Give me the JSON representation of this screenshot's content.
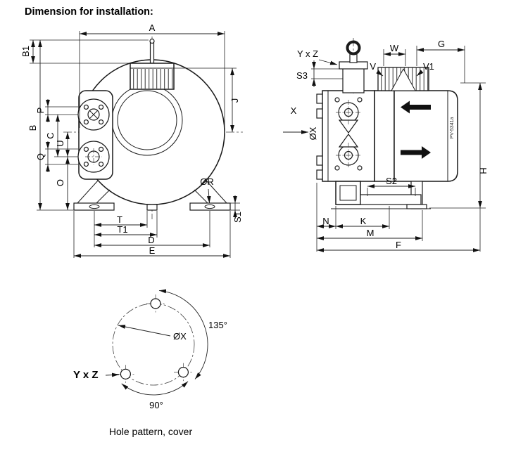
{
  "title": "Dimension for installation:",
  "front": {
    "a": "A",
    "b1": "B1",
    "b": "B",
    "p": "P",
    "c": "C",
    "q": "Q",
    "u": "U",
    "o": "O",
    "j": "J",
    "r": "ØR",
    "s1": "S1",
    "t": "T",
    "t1": "T1",
    "d": "D",
    "e": "E"
  },
  "side": {
    "yxz": "Y x Z",
    "s3": "S3",
    "w": "W",
    "g": "G",
    "v": "V",
    "v1": "V1",
    "x": "X",
    "ox": "ØX",
    "s2": "S2",
    "n": "N",
    "k": "K",
    "m": "M",
    "f": "F",
    "h": "H",
    "code": "PV-5341a"
  },
  "hole": {
    "a135": "135°",
    "a90": "90°",
    "ox": "ØX",
    "yxz": "Y x Z",
    "caption": "Hole pattern, cover"
  }
}
